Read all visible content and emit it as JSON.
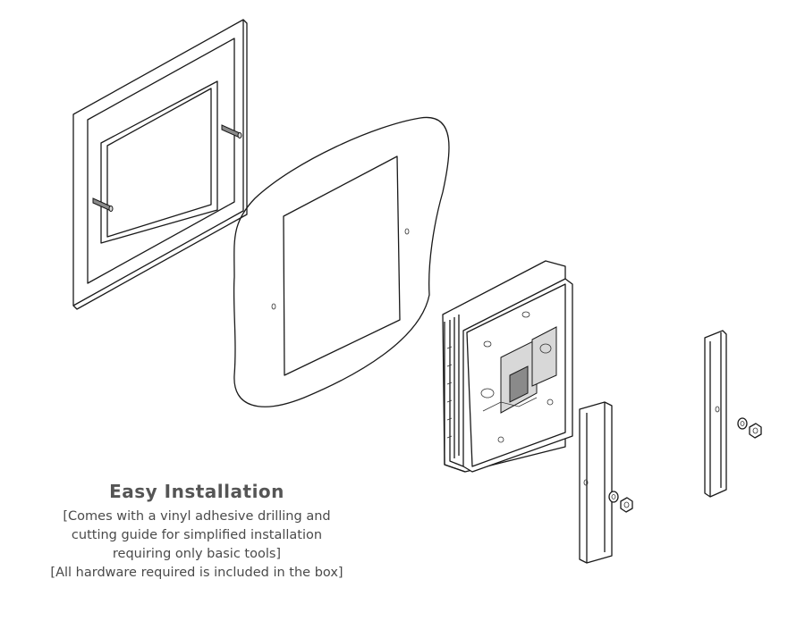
{
  "caption": {
    "title": "Easy Installation",
    "lines": [
      "[Comes with a vinyl adhesive drilling and",
      "cutting guide for simplified installation",
      "requiring only basic tools]",
      "[All hardware required is included in the box]"
    ]
  },
  "parts": {
    "front_frame": "front-bezel-frame",
    "drilling_guide": "vinyl-drilling-cutting-guide",
    "mount_unit": "wall-mount-backplate-unit",
    "rail_left": "mounting-rail",
    "rail_right": "mounting-rail",
    "nuts": "hex-nut-and-washer"
  },
  "colors": {
    "line": "#1a1a1a",
    "caption": "#4a4a4a",
    "background": "#ffffff"
  }
}
